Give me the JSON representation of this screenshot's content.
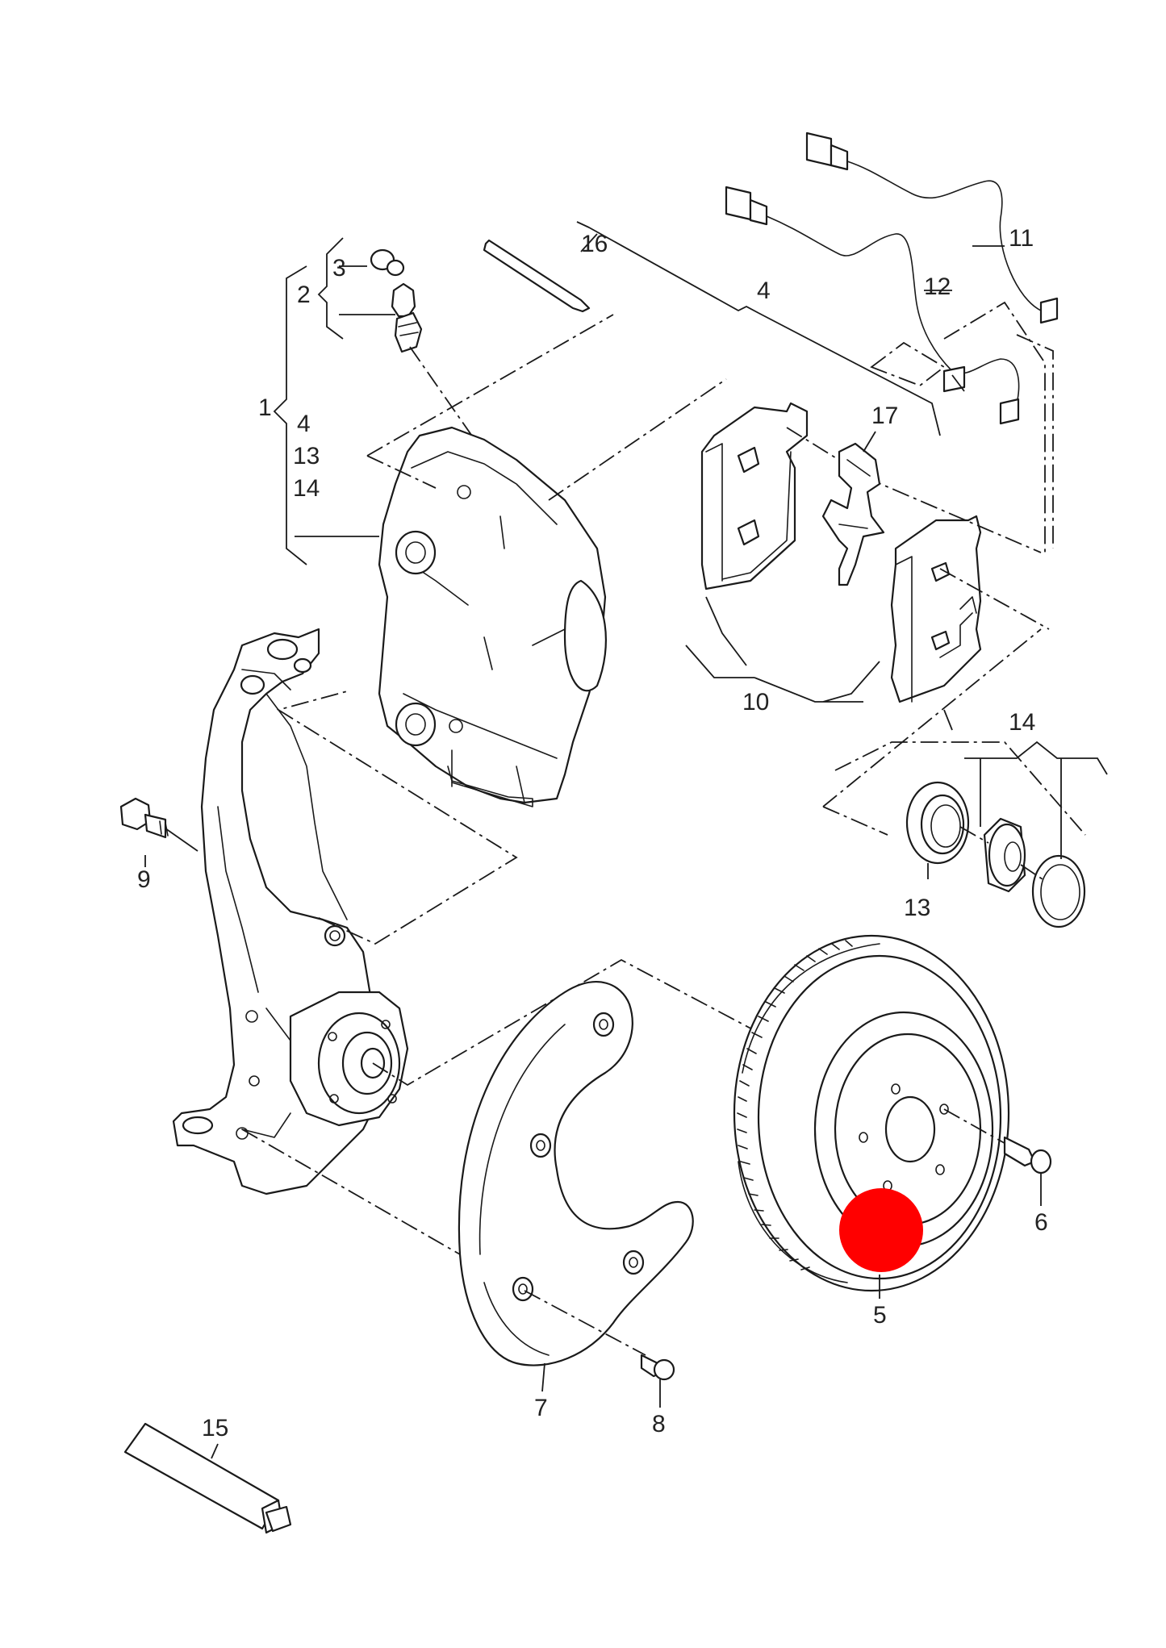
{
  "callouts": {
    "c1": "1",
    "c2": "2",
    "c3": "3",
    "c4_group": "4",
    "c4_top": "4",
    "c13_group": "13",
    "c14_group": "14",
    "c5": "5",
    "c6": "6",
    "c7": "7",
    "c8": "8",
    "c9": "9",
    "c10": "10",
    "c11": "11",
    "c12": "12",
    "c13": "13",
    "c14": "14",
    "c15": "15",
    "c16": "16",
    "c17": "17"
  },
  "colors": {
    "line": "#1a1a1a",
    "background": "#ffffff",
    "highlight_marker": "#ff0000"
  },
  "highlighted_callout": "5"
}
